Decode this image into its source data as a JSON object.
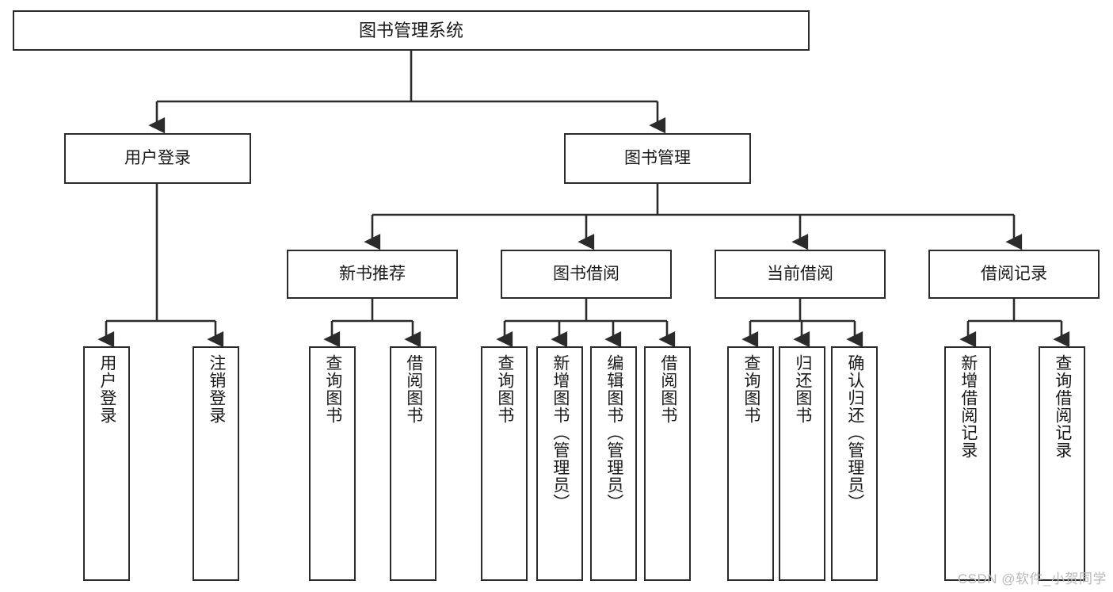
{
  "diagram": {
    "title": "图书管理系统",
    "type": "hierarchy-tree",
    "colors": {
      "node_border": "#2b2b2b",
      "node_fill": "#ffffff",
      "edge": "#2b2b2b",
      "text": "#1a1a1a",
      "watermark": "#b9b9b9"
    },
    "nodes": {
      "root": {
        "label": "图书管理系统"
      },
      "level2": [
        {
          "id": "user-login",
          "label": "用户登录"
        },
        {
          "id": "book-management",
          "label": "图书管理"
        }
      ],
      "level3": [
        {
          "id": "new-book-recommend",
          "label": "新书推荐"
        },
        {
          "id": "book-borrow",
          "label": "图书借阅"
        },
        {
          "id": "current-borrow",
          "label": "当前借阅"
        },
        {
          "id": "borrow-record",
          "label": "借阅记录"
        }
      ],
      "leaves": {
        "user_login": [
          {
            "id": "leaf-user-login",
            "label": "用户登录"
          },
          {
            "id": "leaf-logout-login",
            "label": "注销登录"
          }
        ],
        "new_book_recommend": [
          {
            "id": "leaf-query-book-1",
            "label": "查询图书"
          },
          {
            "id": "leaf-borrow-book-1",
            "label": "借阅图书"
          }
        ],
        "book_borrow": [
          {
            "id": "leaf-query-book-2",
            "label": "查询图书"
          },
          {
            "id": "leaf-add-book",
            "label": "新增图书（管理员）"
          },
          {
            "id": "leaf-edit-book",
            "label": "编辑图书（管理员）"
          },
          {
            "id": "leaf-borrow-book-2",
            "label": "借阅图书"
          }
        ],
        "current_borrow": [
          {
            "id": "leaf-query-book-3",
            "label": "查询图书"
          },
          {
            "id": "leaf-return-book",
            "label": "归还图书"
          },
          {
            "id": "leaf-confirm-return",
            "label": "确认归还（管理员）"
          }
        ],
        "borrow_record": [
          {
            "id": "leaf-add-borrow-record",
            "label": "新增借阅记录"
          },
          {
            "id": "leaf-query-borrow-record",
            "label": "查询借阅记录"
          }
        ]
      }
    }
  },
  "watermark": {
    "text": "CSDN @软件_小贺同学"
  }
}
